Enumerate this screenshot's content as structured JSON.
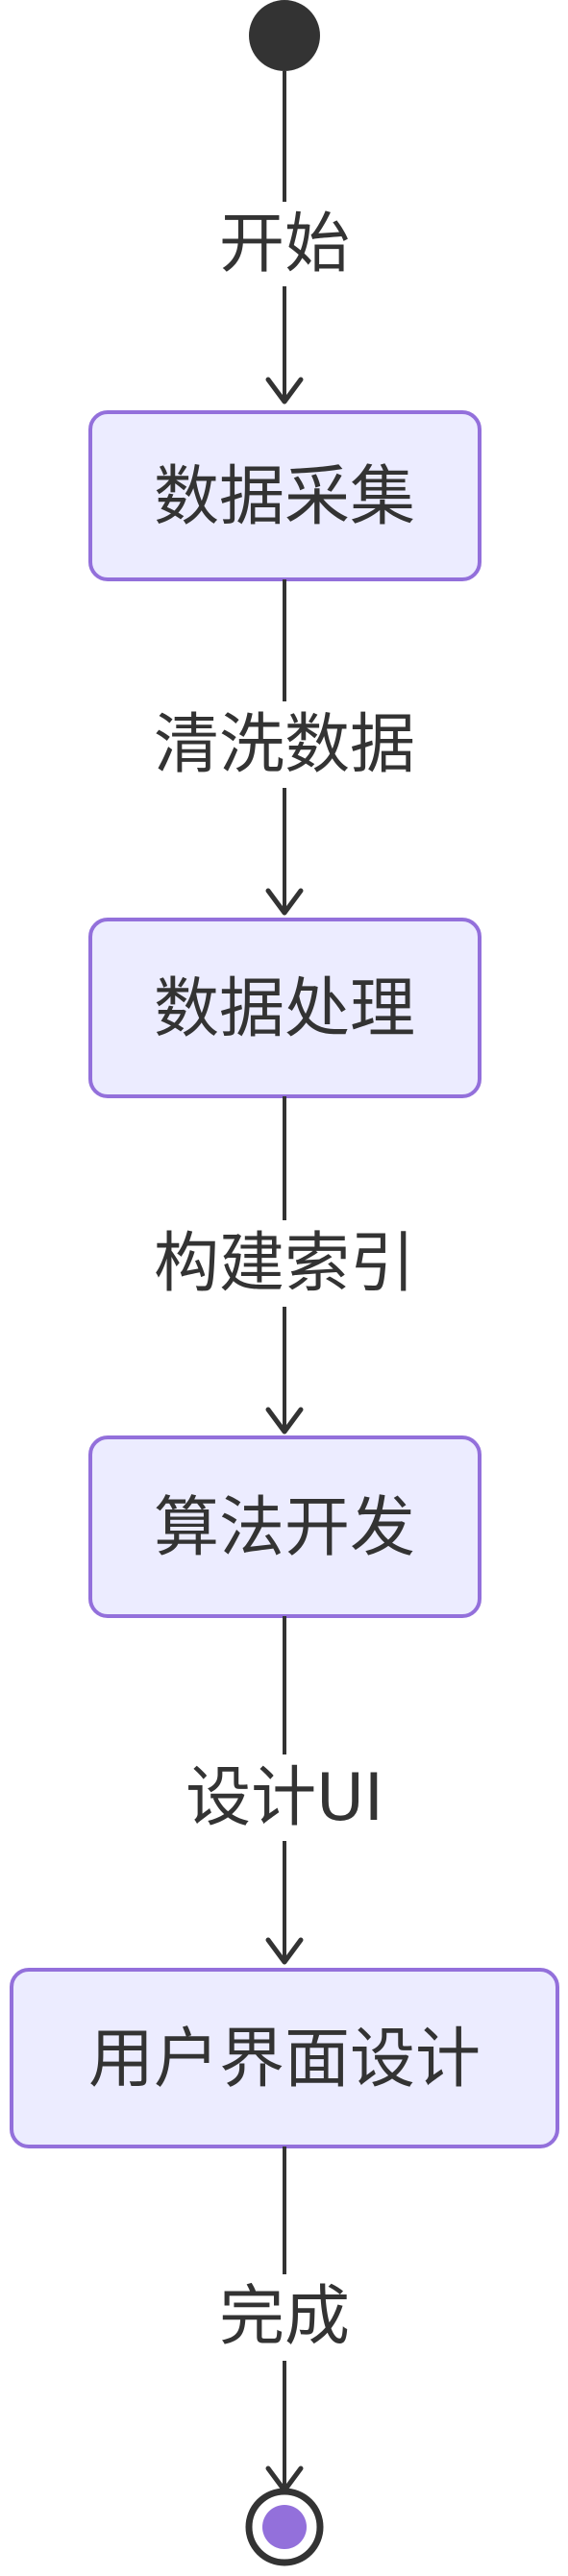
{
  "diagram": {
    "type": "state-flow",
    "start": {
      "kind": "start-node"
    },
    "states": [
      {
        "id": "s1",
        "label": "数据采集"
      },
      {
        "id": "s2",
        "label": "数据处理"
      },
      {
        "id": "s3",
        "label": "算法开发"
      },
      {
        "id": "s4",
        "label": "用户界面设计"
      }
    ],
    "transitions": [
      {
        "from": "start",
        "to": "s1",
        "label": "开始"
      },
      {
        "from": "s1",
        "to": "s2",
        "label": "清洗数据"
      },
      {
        "from": "s2",
        "to": "s3",
        "label": "构建索引"
      },
      {
        "from": "s3",
        "to": "s4",
        "label": "设计UI"
      },
      {
        "from": "s4",
        "to": "end",
        "label": "完成"
      }
    ],
    "end": {
      "kind": "end-node"
    },
    "colors": {
      "state_fill": "#ECECFF",
      "state_border": "#9370DB",
      "line": "#333333",
      "start_node": "#333333",
      "end_inner": "#9370DB"
    }
  }
}
